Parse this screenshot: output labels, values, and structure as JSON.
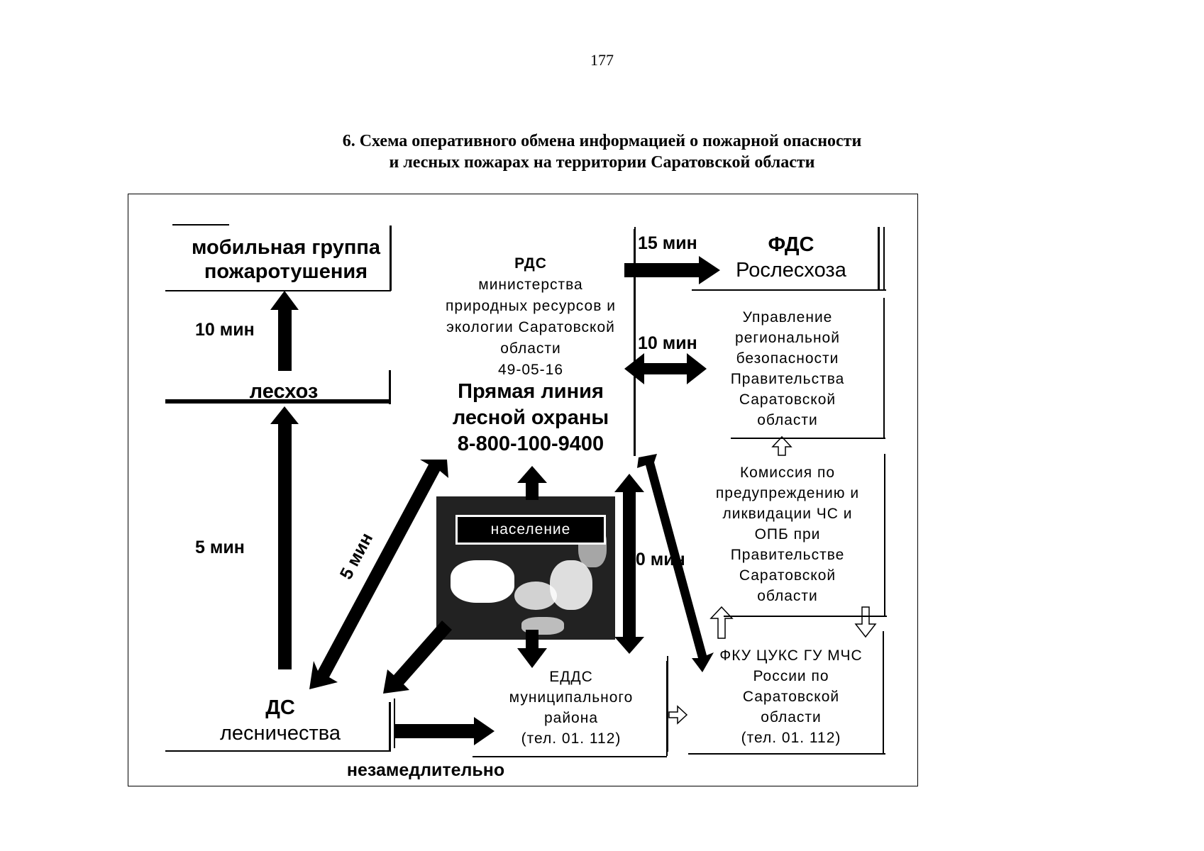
{
  "page_number": "177",
  "title_line1": "6. Схема оперативного обмена информацией о пожарной опасности",
  "title_line2": "и лесных пожарах на территории Саратовской области",
  "nodes": {
    "mobile_group": {
      "line1": "мобильная группа",
      "line2": "пожаротушения"
    },
    "leskhoz": "лесхоз",
    "ds": {
      "line1": "ДС",
      "line2": "лесничества"
    },
    "rds": {
      "line1": "РДС",
      "line2": "министерства",
      "line3": "природных ресурсов и",
      "line4": "экологии Саратовской",
      "line5": "области",
      "line6": "49-05-16"
    },
    "hotline": {
      "line1": "Прямая линия",
      "line2": "лесной  охраны",
      "line3": "8-800-100-9400"
    },
    "population": "население",
    "edds": {
      "line1": "ЕДДС",
      "line2": "муниципального",
      "line3": "района",
      "line4": "(тел. 01. 112)"
    },
    "fds": {
      "line1": "ФДС",
      "line2": "Рослесхоза"
    },
    "regional_security": {
      "line1": "Управление",
      "line2": "региональной",
      "line3": "безопасности",
      "line4": "Правительства",
      "line5": "Саратовской",
      "line6": "области"
    },
    "commission": {
      "line1": "Комиссия по",
      "line2": "предупреждению и",
      "line3": "ликвидации ЧС и",
      "line4": "ОПБ при",
      "line5": "Правительстве",
      "line6": "Саратовской",
      "line7": "области"
    },
    "fku": {
      "line1": "ФКУ ЦУКС ГУ МЧС",
      "line2": "России по",
      "line3": "Саратовской",
      "line4": "области",
      "line5": "(тел. 01. 112)"
    }
  },
  "labels": {
    "min10_left": "10 мин",
    "min5_left": "5 мин",
    "min5_diag": "5 мин",
    "min15": "15 мин",
    "min10_right": "10 мин",
    "min10_mid": "10 мин",
    "immediately": "незамедлительно"
  }
}
